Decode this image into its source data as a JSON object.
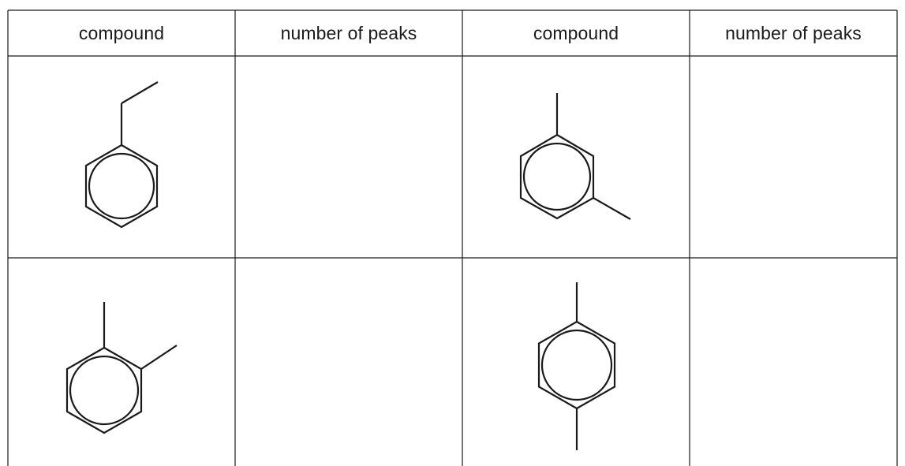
{
  "table": {
    "headers": [
      "compound",
      "number of peaks",
      "compound",
      "number of peaks"
    ],
    "rows": [
      {
        "left": {
          "compound": "ethylbenzene",
          "number_of_peaks": ""
        },
        "right": {
          "compound": "1,3-dimethylbenzene",
          "number_of_peaks": ""
        }
      },
      {
        "left": {
          "compound": "1,2-dimethylbenzene",
          "number_of_peaks": ""
        },
        "right": {
          "compound": "1,4-dimethylbenzene",
          "number_of_peaks": ""
        }
      }
    ]
  }
}
